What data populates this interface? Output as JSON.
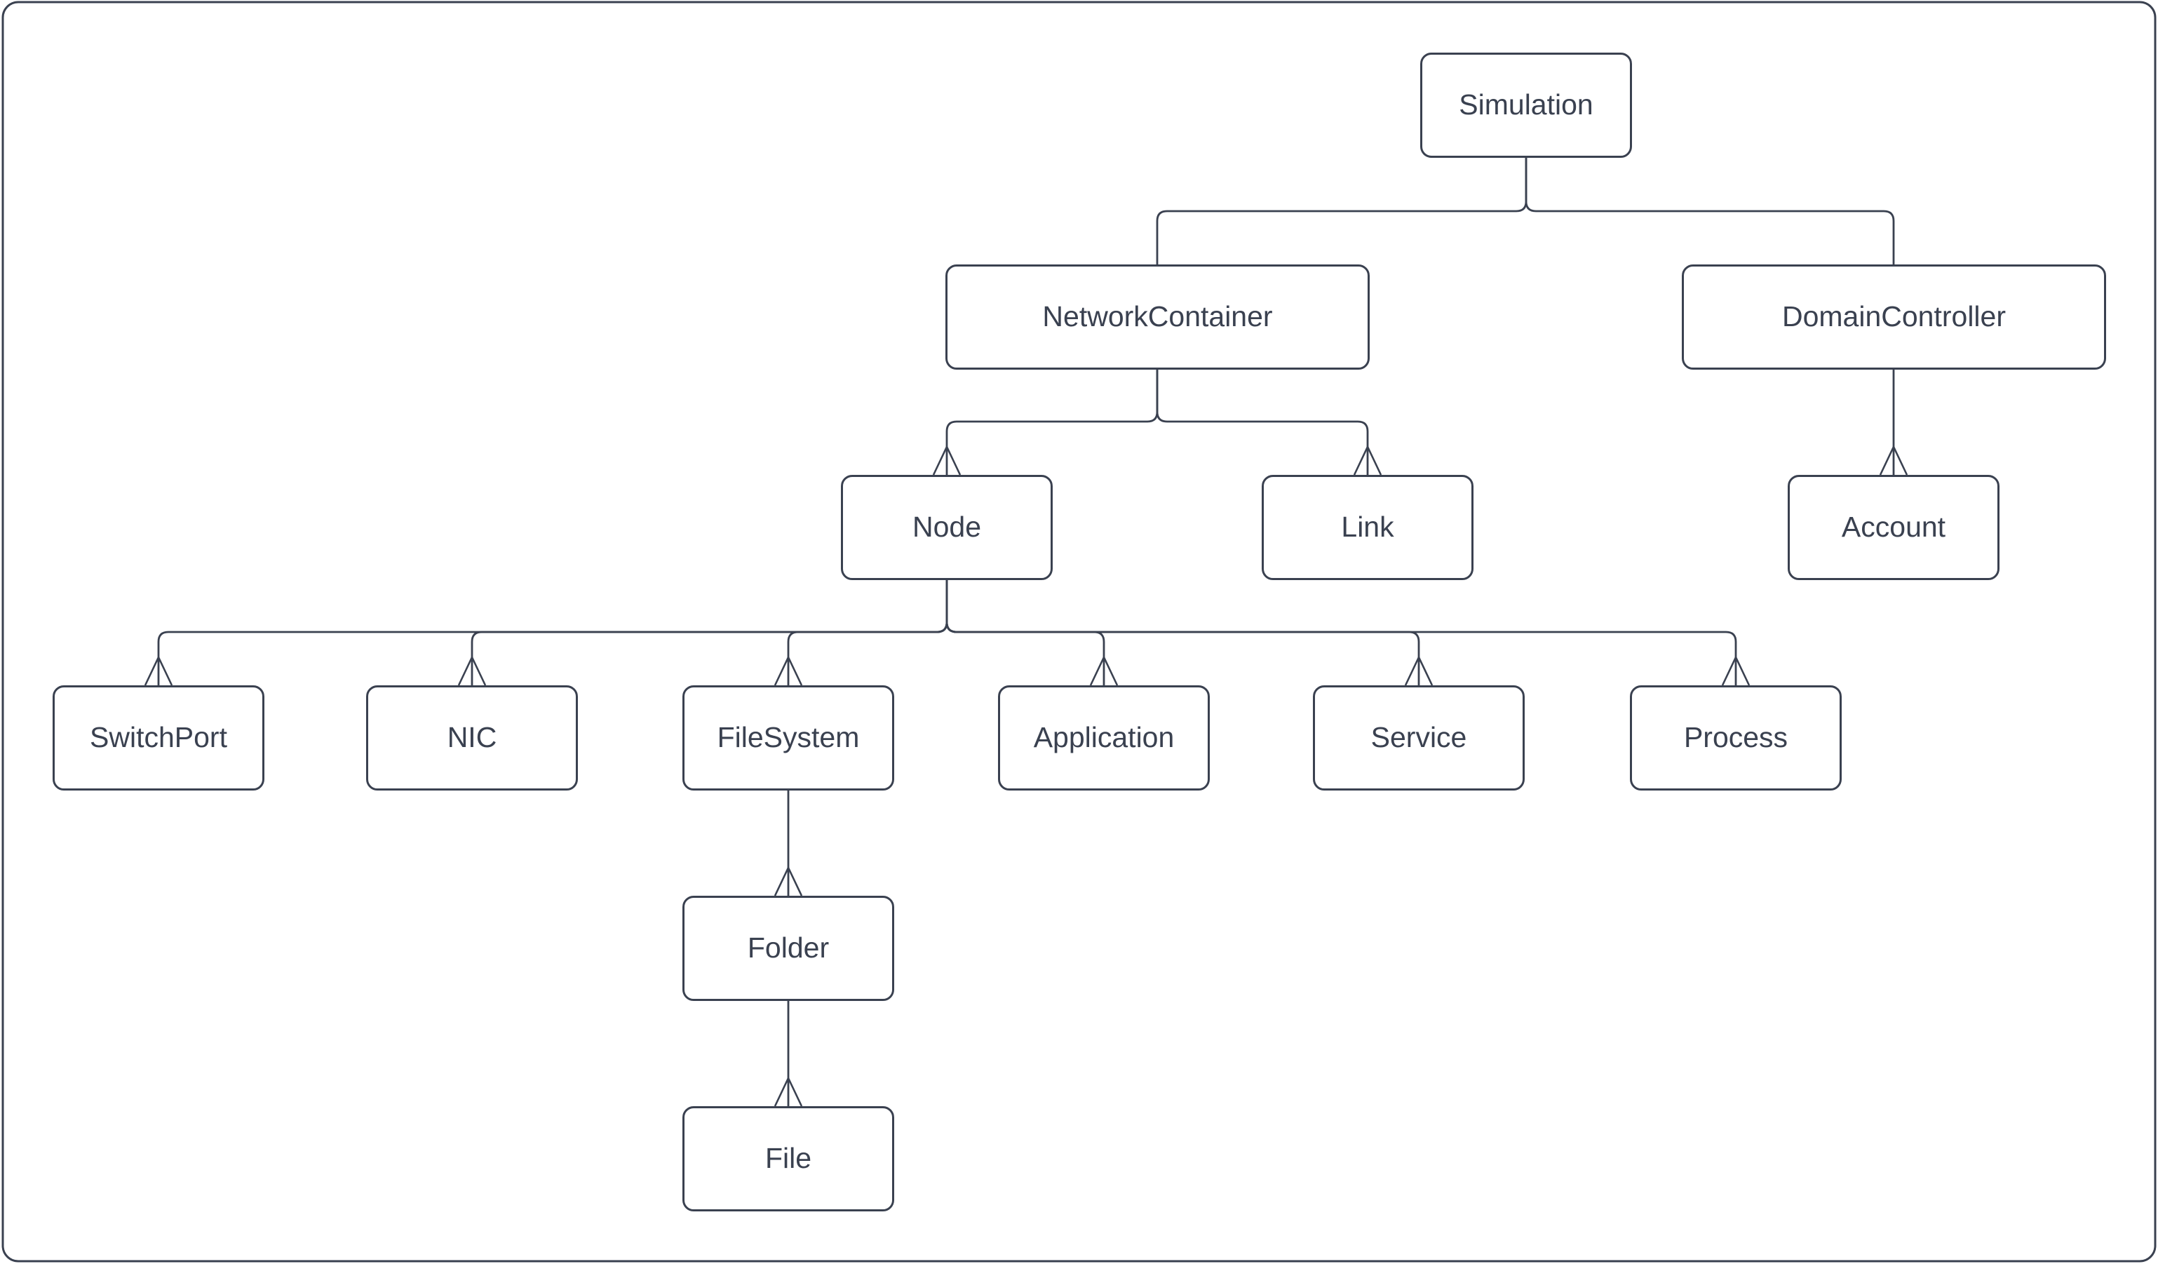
{
  "diagram": {
    "type": "hierarchy-tree",
    "colors": {
      "line": "#3a4150",
      "text": "#3a4150",
      "background": "#ffffff",
      "node_fill": "#ffffff"
    },
    "nodes": {
      "simulation": {
        "label": "Simulation"
      },
      "network_container": {
        "label": "NetworkContainer"
      },
      "domain_controller": {
        "label": "DomainController"
      },
      "node": {
        "label": "Node"
      },
      "link": {
        "label": "Link"
      },
      "account": {
        "label": "Account"
      },
      "switchport": {
        "label": "SwitchPort"
      },
      "nic": {
        "label": "NIC"
      },
      "filesystem": {
        "label": "FileSystem"
      },
      "application": {
        "label": "Application"
      },
      "service": {
        "label": "Service"
      },
      "process": {
        "label": "Process"
      },
      "folder": {
        "label": "Folder"
      },
      "file": {
        "label": "File"
      }
    },
    "edges": [
      {
        "from": "Simulation",
        "to": "NetworkContainer",
        "marker": "none"
      },
      {
        "from": "Simulation",
        "to": "DomainController",
        "marker": "none"
      },
      {
        "from": "NetworkContainer",
        "to": "Node",
        "marker": "open-chevron"
      },
      {
        "from": "NetworkContainer",
        "to": "Link",
        "marker": "open-chevron"
      },
      {
        "from": "DomainController",
        "to": "Account",
        "marker": "open-chevron"
      },
      {
        "from": "Node",
        "to": "SwitchPort",
        "marker": "open-chevron"
      },
      {
        "from": "Node",
        "to": "NIC",
        "marker": "open-chevron"
      },
      {
        "from": "Node",
        "to": "FileSystem",
        "marker": "open-chevron"
      },
      {
        "from": "Node",
        "to": "Application",
        "marker": "open-chevron"
      },
      {
        "from": "Node",
        "to": "Service",
        "marker": "open-chevron"
      },
      {
        "from": "Node",
        "to": "Process",
        "marker": "open-chevron"
      },
      {
        "from": "FileSystem",
        "to": "Folder",
        "marker": "open-chevron"
      },
      {
        "from": "Folder",
        "to": "File",
        "marker": "open-chevron"
      }
    ]
  }
}
